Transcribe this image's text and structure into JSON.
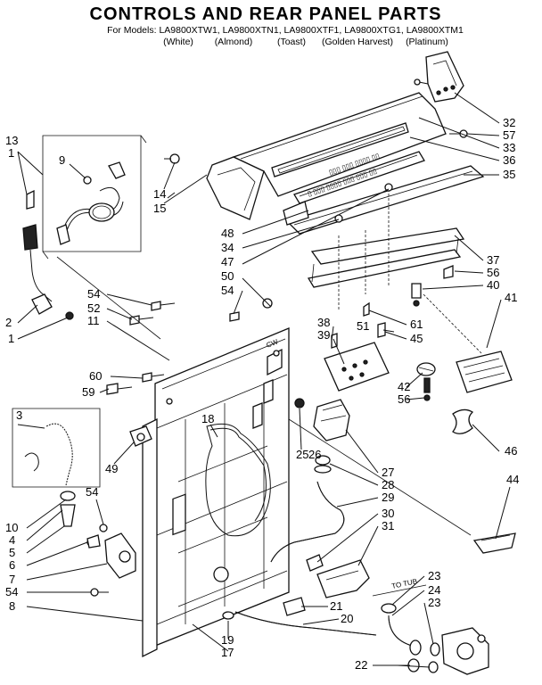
{
  "header": {
    "title": "CONTROLS AND REAR PANEL PARTS",
    "models": "For Models: LA9800XTW1, LA9800XTN1, LA9800XTF1, LA9800XTG1, LA9800XTM1",
    "colors": [
      "(White)",
      "(Almond)",
      "(Toast)",
      "(Golden Harvest)",
      "(Platinum)"
    ]
  },
  "callouts": {
    "c13": "13",
    "c1a": "1",
    "c9": "9",
    "c14": "14",
    "c15": "15",
    "c32": "32",
    "c57": "57",
    "c33": "33",
    "c36": "36",
    "c35": "35",
    "c48": "48",
    "c34": "34",
    "c47": "47",
    "c50": "50",
    "c54a": "54",
    "c37": "37",
    "c56a": "56",
    "c40": "40",
    "c41": "41",
    "c54b": "54",
    "c52": "52",
    "c11": "11",
    "c2": "2",
    "c1b": "1",
    "c38": "38",
    "c39": "39",
    "c51": "51",
    "c61": "61",
    "c45": "45",
    "c60": "60",
    "c59": "59",
    "c42": "42",
    "c56b": "56",
    "c3": "3",
    "c18": "18",
    "c49": "49",
    "c25": "25",
    "c26": "26",
    "c27": "27",
    "c28": "28",
    "c29": "29",
    "c46": "46",
    "c10": "10",
    "c4": "4",
    "c5": "5",
    "c54c": "54",
    "c6": "6",
    "c7": "7",
    "c30": "30",
    "c31": "31",
    "c44": "44",
    "c54d": "54",
    "c8": "8",
    "c21": "21",
    "c20": "20",
    "c19": "19",
    "c17": "17",
    "c23a": "23",
    "c24": "24",
    "c23b": "23",
    "c22": "22"
  },
  "part_text": {
    "cover_label": "TO TUB",
    "panel_mark": "CW"
  }
}
